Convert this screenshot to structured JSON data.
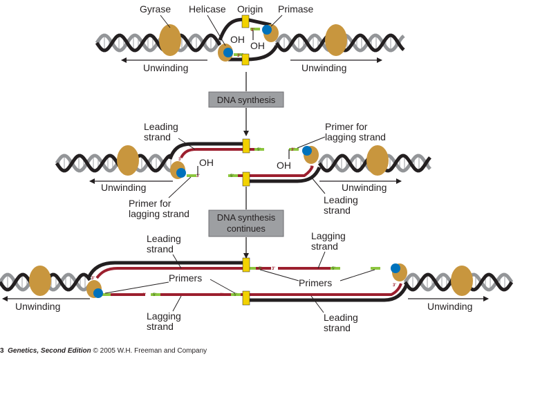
{
  "labels": {
    "gyrase": "Gyrase",
    "helicase": "Helicase",
    "origin": "Origin",
    "primase": "Primase",
    "oh": "OH",
    "unwinding": "Unwinding",
    "step1": "DNA synthesis",
    "step2_line1": "DNA synthesis",
    "step2_line2": "continues",
    "leading_line1": "Leading",
    "lagging_line1": "Lagging",
    "strand": "strand",
    "primer_for_line1": "Primer for",
    "primer_for_line2": "lagging strand",
    "primers": "Primers",
    "end3": "3'",
    "end5": "5'"
  },
  "caption": {
    "figure_number": "3",
    "book_title": "Genetics, Second Edition",
    "credit": "© 2005 W.H. Freeman and Company"
  },
  "colors": {
    "parental_strand": "#231f20",
    "leading_new": "#9c1f2e",
    "primer": "#8dc63f",
    "gyrase": "#c8963e",
    "helicase": "#0072bc",
    "origin": "#f2d200",
    "step_box": "#9d9fa2"
  }
}
